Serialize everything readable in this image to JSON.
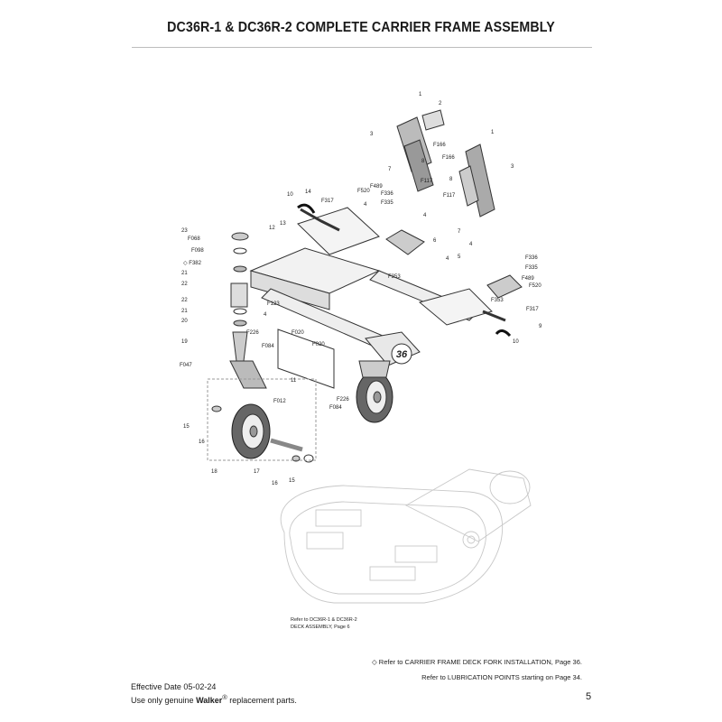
{
  "page": {
    "title": "DC36R-1 & DC36R-2 COMPLETE CARRIER FRAME ASSEMBLY",
    "frame_badge": "36",
    "deck_note": [
      "Refer to DC36R-1 & DC36R-2",
      "DECK ASSEMBLY, Page 6"
    ],
    "footnotes": [
      "◇ Refer to CARRIER FRAME DECK FORK INSTALLATION, Page 36.",
      "Refer to LUBRICATION POINTS starting on Page 34."
    ],
    "effective_date": "Effective Date 05-02-24",
    "genuine_prefix": "Use only genuine ",
    "genuine_brand": "Walker",
    "genuine_reg": "®",
    "genuine_suffix": " replacement parts.",
    "page_number": "5"
  },
  "callouts": {
    "c1a": "1",
    "c2": "2",
    "c3a": "3",
    "c8a": "8",
    "f166a": "F166",
    "c1b": "1",
    "f166b": "F166",
    "c3b": "3",
    "c8b": "8",
    "c7a": "7",
    "f117a": "F117",
    "f117b": "F117",
    "c7b": "7",
    "f520a": "F520",
    "f489a": "F489",
    "f336a": "F336",
    "f335a": "F335",
    "c4a": "4",
    "c4b": "4",
    "c10a": "10",
    "c14": "14",
    "f317a": "F317",
    "c12": "12",
    "c13": "13",
    "c6": "6",
    "f353a": "F353",
    "c4c": "4",
    "c4d": "4",
    "c5": "5",
    "f336b": "F336",
    "f335b": "F335",
    "f489b": "F489",
    "f520b": "F520",
    "f353b": "F353",
    "f317b": "F317",
    "c9": "9",
    "c10b": "10",
    "c23": "23",
    "f068": "F068",
    "f098": "F098",
    "f382": "◇ F382",
    "c21a": "21",
    "c22a": "22",
    "c22b": "22",
    "c21b": "21",
    "c20": "20",
    "f123": "F123",
    "c4e": "4",
    "f226a": "F226",
    "f020a": "F020",
    "f084a": "F084",
    "f020b": "F020",
    "c19": "19",
    "f047": "F047",
    "c11": "11",
    "f012": "F012",
    "f226b": "F226",
    "f084b": "F084",
    "c15a": "15",
    "c16a": "16",
    "c18": "18",
    "c17": "17",
    "c16b": "16",
    "c15b": "15"
  }
}
